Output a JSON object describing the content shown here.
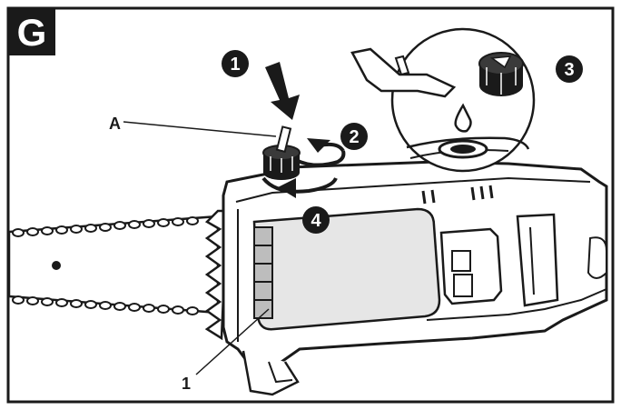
{
  "figure": {
    "panel_letter": "G",
    "steps": [
      "1",
      "2",
      "3",
      "4"
    ],
    "labels": {
      "cap_callout": "A",
      "window_callout": "1"
    },
    "colors": {
      "ink": "#1a1a1a",
      "paper": "#ffffff",
      "shade": "#bdbdbd",
      "window": "#e6e6e6"
    }
  }
}
